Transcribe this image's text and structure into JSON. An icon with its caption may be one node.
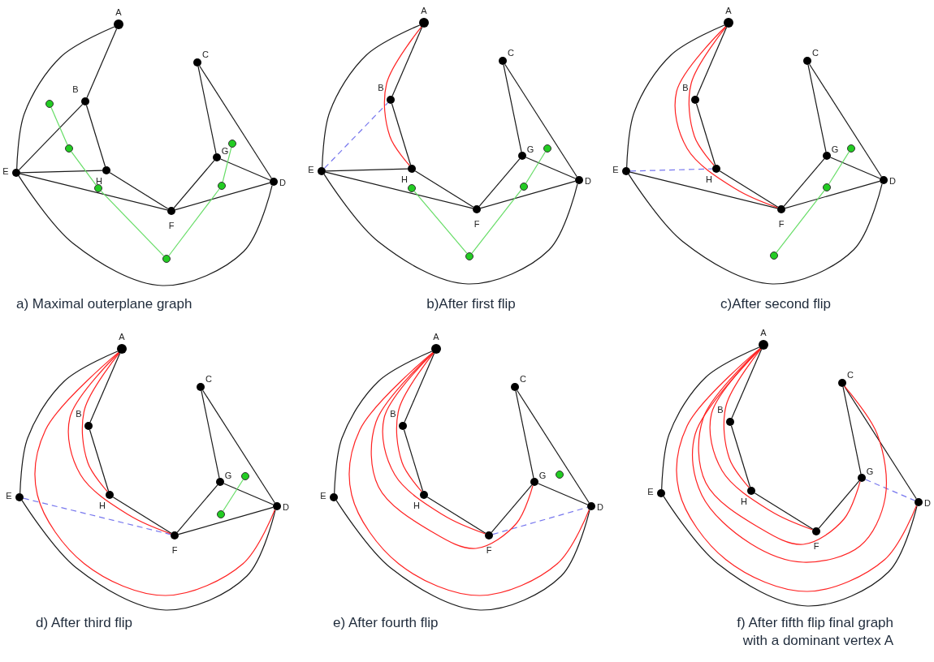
{
  "diagram": {
    "nodes": [
      {
        "text": [
          "A"
        ]
      },
      {
        "text": [
          "B"
        ]
      },
      {
        "text": [
          "C"
        ]
      },
      {
        "text": [
          "D"
        ]
      },
      {
        "text": [
          "E"
        ]
      },
      {
        "text": [
          "F"
        ]
      },
      {
        "text": [
          "G"
        ]
      },
      {
        "text": [
          "H"
        ]
      },
      {
        "text": [],
        "shape": "circle"
      },
      {
        "text": [],
        "shape": "circle"
      },
      {
        "text": [],
        "shape": "circle"
      },
      {
        "text": [],
        "shape": "circle"
      },
      {
        "text": [],
        "shape": "circle"
      },
      {
        "text": [],
        "shape": "circle"
      },
      {
        "text": [
          "A"
        ]
      },
      {
        "text": [
          "B"
        ]
      },
      {
        "text": [
          "C"
        ]
      },
      {
        "text": [
          "D"
        ]
      },
      {
        "text": [
          "E"
        ]
      },
      {
        "text": [
          "F"
        ]
      },
      {
        "text": [
          "G"
        ]
      },
      {
        "text": [
          "H"
        ]
      },
      {
        "text": [],
        "shape": "circle"
      },
      {
        "text": [],
        "shape": "circle"
      },
      {
        "text": [],
        "shape": "circle"
      },
      {
        "text": [],
        "shape": "circle"
      },
      {
        "text": [
          "A"
        ]
      },
      {
        "text": [
          "B"
        ]
      },
      {
        "text": [
          "C"
        ]
      },
      {
        "text": [
          "D"
        ]
      },
      {
        "text": [
          "E"
        ]
      },
      {
        "text": [
          "F"
        ]
      },
      {
        "text": [
          "G"
        ]
      },
      {
        "text": [
          "H"
        ]
      },
      {
        "text": [],
        "shape": "circle"
      },
      {
        "text": [],
        "shape": "circle"
      },
      {
        "text": [],
        "shape": "circle"
      },
      {
        "text": [
          "A"
        ]
      },
      {
        "text": [
          "B"
        ]
      },
      {
        "text": [
          "C"
        ]
      },
      {
        "text": [
          "D"
        ]
      },
      {
        "text": [
          "E"
        ]
      },
      {
        "text": [
          "F"
        ]
      },
      {
        "text": [
          "G"
        ]
      },
      {
        "text": [
          "H"
        ]
      },
      {
        "text": [],
        "shape": "circle"
      },
      {
        "text": [],
        "shape": "circle"
      },
      {
        "text": [
          "A"
        ]
      },
      {
        "text": [
          "B"
        ]
      },
      {
        "text": [
          "C"
        ]
      },
      {
        "text": [
          "D"
        ]
      },
      {
        "text": [
          "E"
        ]
      },
      {
        "text": [
          "F"
        ]
      },
      {
        "text": [
          "G"
        ]
      },
      {
        "text": [
          "H"
        ]
      },
      {
        "text": [],
        "shape": "circle"
      },
      {
        "text": [
          "A"
        ]
      },
      {
        "text": [
          "B"
        ]
      },
      {
        "text": [
          "C"
        ]
      },
      {
        "text": [
          "D"
        ]
      },
      {
        "text": [
          "E"
        ]
      },
      {
        "text": [
          "F"
        ]
      },
      {
        "text": [
          "G"
        ]
      },
      {
        "text": [
          "H"
        ]
      }
    ],
    "edges": [
      {
        "from": 0,
        "to": 1,
        "arrow": "none"
      },
      {
        "from": 1,
        "to": 7,
        "arrow": "none"
      },
      {
        "from": 7,
        "to": 5,
        "arrow": "none"
      },
      {
        "from": 4,
        "to": 7,
        "arrow": "none"
      },
      {
        "from": 4,
        "to": 1,
        "arrow": "none"
      },
      {
        "from": 4,
        "to": 5,
        "arrow": "none"
      },
      {
        "from": 5,
        "to": 6,
        "arrow": "none"
      },
      {
        "from": 6,
        "to": 3,
        "arrow": "none"
      },
      {
        "from": 2,
        "to": 6,
        "arrow": "none"
      },
      {
        "from": 2,
        "to": 3,
        "arrow": "none"
      },
      {
        "from": 5,
        "to": 3,
        "arrow": "none"
      },
      {
        "from": 0,
        "to": 4,
        "arrow": "none"
      },
      {
        "from": 4,
        "to": 3,
        "arrow": "none"
      },
      {
        "from": 8,
        "to": 9,
        "arrow": "none",
        "color": "#66dd66"
      },
      {
        "from": 9,
        "to": 10,
        "arrow": "none",
        "color": "#66dd66"
      },
      {
        "from": 10,
        "to": 11,
        "arrow": "none",
        "color": "#66dd66"
      },
      {
        "from": 11,
        "to": 12,
        "arrow": "none",
        "color": "#66dd66"
      },
      {
        "from": 12,
        "to": 13,
        "arrow": "none",
        "color": "#66dd66"
      },
      {
        "from": 14,
        "to": 15,
        "arrow": "none"
      },
      {
        "from": 15,
        "to": 21,
        "arrow": "none"
      },
      {
        "from": 21,
        "to": 19,
        "arrow": "none"
      },
      {
        "from": 18,
        "to": 21,
        "arrow": "none"
      },
      {
        "from": 18,
        "to": 19,
        "arrow": "none"
      },
      {
        "from": 19,
        "to": 20,
        "arrow": "none"
      },
      {
        "from": 20,
        "to": 17,
        "arrow": "none"
      },
      {
        "from": 16,
        "to": 20,
        "arrow": "none"
      },
      {
        "from": 16,
        "to": 17,
        "arrow": "none"
      },
      {
        "from": 19,
        "to": 17,
        "arrow": "none"
      },
      {
        "from": 14,
        "to": 18,
        "arrow": "none"
      },
      {
        "from": 18,
        "to": 17,
        "arrow": "none"
      },
      {
        "from": 18,
        "to": 15,
        "arrow": "none",
        "style": "dashed",
        "color": "#7777ee"
      },
      {
        "from": 14,
        "to": 21,
        "arrow": "none",
        "color": "#ff2222"
      },
      {
        "from": 22,
        "to": 23,
        "arrow": "none",
        "color": "#66dd66"
      },
      {
        "from": 23,
        "to": 24,
        "arrow": "none",
        "color": "#66dd66"
      },
      {
        "from": 24,
        "to": 25,
        "arrow": "none",
        "color": "#66dd66"
      },
      {
        "from": 26,
        "to": 27,
        "arrow": "none"
      },
      {
        "from": 27,
        "to": 33,
        "arrow": "none"
      },
      {
        "from": 33,
        "to": 31,
        "arrow": "none"
      },
      {
        "from": 30,
        "to": 31,
        "arrow": "none"
      },
      {
        "from": 31,
        "to": 32,
        "arrow": "none"
      },
      {
        "from": 32,
        "to": 29,
        "arrow": "none"
      },
      {
        "from": 28,
        "to": 32,
        "arrow": "none"
      },
      {
        "from": 28,
        "to": 29,
        "arrow": "none"
      },
      {
        "from": 31,
        "to": 29,
        "arrow": "none"
      },
      {
        "from": 26,
        "to": 30,
        "arrow": "none"
      },
      {
        "from": 30,
        "to": 29,
        "arrow": "none"
      },
      {
        "from": 30,
        "to": 33,
        "arrow": "none",
        "style": "dashed",
        "color": "#7777ee"
      },
      {
        "from": 26,
        "to": 33,
        "arrow": "none",
        "color": "#ff2222"
      },
      {
        "from": 26,
        "to": 31,
        "arrow": "none",
        "color": "#ff2222"
      },
      {
        "from": 34,
        "to": 35,
        "arrow": "none",
        "color": "#66dd66"
      },
      {
        "from": 35,
        "to": 36,
        "arrow": "none",
        "color": "#66dd66"
      },
      {
        "from": 37,
        "to": 38,
        "arrow": "none"
      },
      {
        "from": 38,
        "to": 44,
        "arrow": "none"
      },
      {
        "from": 44,
        "to": 42,
        "arrow": "none"
      },
      {
        "from": 42,
        "to": 43,
        "arrow": "none"
      },
      {
        "from": 43,
        "to": 40,
        "arrow": "none"
      },
      {
        "from": 39,
        "to": 43,
        "arrow": "none"
      },
      {
        "from": 39,
        "to": 40,
        "arrow": "none"
      },
      {
        "from": 42,
        "to": 40,
        "arrow": "none"
      },
      {
        "from": 37,
        "to": 41,
        "arrow": "none"
      },
      {
        "from": 41,
        "to": 40,
        "arrow": "none"
      },
      {
        "from": 41,
        "to": 42,
        "arrow": "none",
        "style": "dashed",
        "color": "#7777ee"
      },
      {
        "from": 37,
        "to": 44,
        "arrow": "none",
        "color": "#ff2222"
      },
      {
        "from": 37,
        "to": 42,
        "arrow": "none",
        "color": "#ff2222"
      },
      {
        "from": 37,
        "to": 40,
        "arrow": "none",
        "color": "#ff2222"
      },
      {
        "from": 45,
        "to": 46,
        "arrow": "none",
        "color": "#66dd66"
      },
      {
        "from": 47,
        "to": 48,
        "arrow": "none"
      },
      {
        "from": 48,
        "to": 54,
        "arrow": "none"
      },
      {
        "from": 54,
        "to": 52,
        "arrow": "none"
      },
      {
        "from": 52,
        "to": 53,
        "arrow": "none"
      },
      {
        "from": 53,
        "to": 50,
        "arrow": "none"
      },
      {
        "from": 49,
        "to": 53,
        "arrow": "none"
      },
      {
        "from": 49,
        "to": 50,
        "arrow": "none"
      },
      {
        "from": 47,
        "to": 51,
        "arrow": "none"
      },
      {
        "from": 51,
        "to": 50,
        "arrow": "none"
      },
      {
        "from": 52,
        "to": 50,
        "arrow": "none",
        "style": "dashed",
        "color": "#7777ee"
      },
      {
        "from": 47,
        "to": 54,
        "arrow": "none",
        "color": "#ff2222"
      },
      {
        "from": 47,
        "to": 52,
        "arrow": "none",
        "color": "#ff2222"
      },
      {
        "from": 47,
        "to": 53,
        "arrow": "none",
        "color": "#ff2222"
      },
      {
        "from": 47,
        "to": 50,
        "arrow": "none",
        "color": "#ff2222"
      },
      {
        "from": 56,
        "to": 57,
        "arrow": "none"
      },
      {
        "from": 57,
        "to": 63,
        "arrow": "none"
      },
      {
        "from": 63,
        "to": 61,
        "arrow": "none"
      },
      {
        "from": 61,
        "to": 62,
        "arrow": "none"
      },
      {
        "from": 58,
        "to": 62,
        "arrow": "none"
      },
      {
        "from": 58,
        "to": 59,
        "arrow": "none"
      },
      {
        "from": 56,
        "to": 60,
        "arrow": "none"
      },
      {
        "from": 60,
        "to": 59,
        "arrow": "none"
      },
      {
        "from": 62,
        "to": 59,
        "arrow": "none",
        "style": "dashed",
        "color": "#7777ee"
      },
      {
        "from": 56,
        "to": 63,
        "arrow": "none",
        "color": "#ff2222"
      },
      {
        "from": 56,
        "to": 61,
        "arrow": "none",
        "color": "#ff2222"
      },
      {
        "from": 56,
        "to": 62,
        "arrow": "none",
        "color": "#ff2222"
      },
      {
        "from": 56,
        "to": 58,
        "arrow": "none",
        "color": "#ff2222"
      },
      {
        "from": 56,
        "to": 59,
        "arrow": "none",
        "color": "#ff2222"
      }
    ],
    "labels": [
      "a) Maximal outerplane graph",
      "b)After first flip",
      "c)After second flip",
      "d) After third flip",
      "e) After fourth flip",
      "f) After fifth flip final graph with a dominant vertex A"
    ]
  }
}
